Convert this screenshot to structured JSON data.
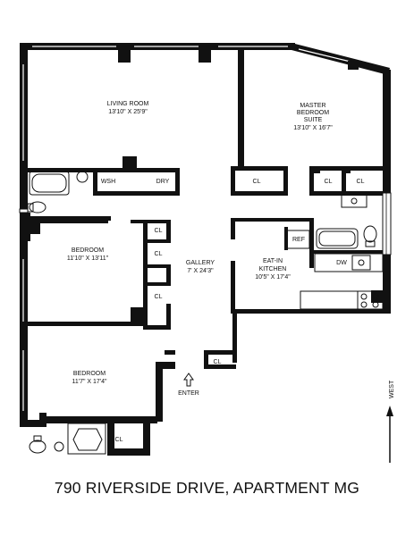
{
  "floorplan": {
    "rooms": {
      "living_room": {
        "name": "LIVING ROOM",
        "dims": "13'10\" X 25'9\""
      },
      "master_bedroom": {
        "line1": "MASTER",
        "line2": "BEDROOM",
        "line3": "SUITE",
        "dims": "13'10\" X 16'7\""
      },
      "bedroom_2": {
        "name": "BEDROOM",
        "dims": "11'10\" X 13'11\""
      },
      "gallery": {
        "name": "GALLERY",
        "dims": "7' X 24'3\""
      },
      "kitchen": {
        "line1": "EAT-IN",
        "line2": "KITCHEN",
        "dims": "10'5\" X 17'4\""
      },
      "bedroom_3": {
        "name": "BEDROOM",
        "dims": "11'7\" X 17'4\""
      }
    },
    "fixtures": {
      "wsh": "WSH",
      "dry": "DRY",
      "ref": "REF",
      "dw": "DW",
      "cl": "CL"
    },
    "entrance": "ENTER",
    "compass": "WEST"
  },
  "caption": "790 RIVERSIDE DRIVE, APARTMENT MG"
}
